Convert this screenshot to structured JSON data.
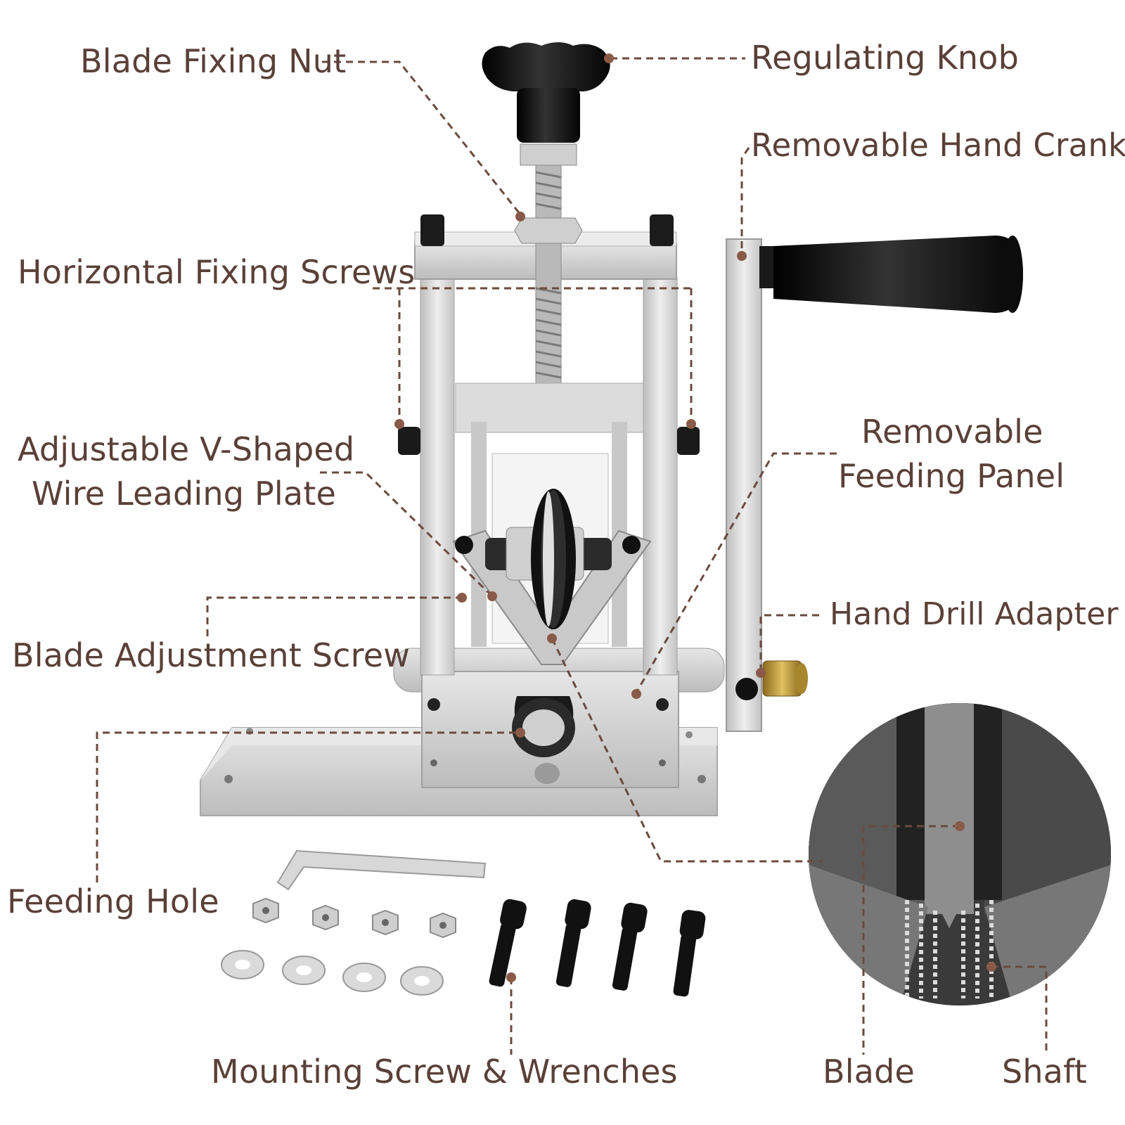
{
  "labels": {
    "blade_fixing_nut": "Blade Fixing Nut",
    "regulating_knob": "Regulating Knob",
    "removable_hand_crank": "Removable Hand Crank",
    "horizontal_fixing_screws": "Horizontal Fixing Screws",
    "adjustable_plate_line1": "Adjustable V-Shaped",
    "adjustable_plate_line2": "Wire Leading Plate",
    "removable_feeding_panel_line1": "Removable",
    "removable_feeding_panel_line2": "Feeding Panel",
    "hand_drill_adapter": "Hand Drill Adapter",
    "blade_adjustment_screw": "Blade Adjustment Screw",
    "feeding_hole": "Feeding Hole",
    "mounting_screw_wrenches": "Mounting Screw & Wrenches",
    "blade": "Blade",
    "shaft": "Shaft"
  },
  "colors": {
    "label_text": "#5a4038",
    "leader_line": "#6b4a3e",
    "dot": "#8a5a48",
    "aluminum": "#d6d6d6",
    "black_part": "#111111"
  }
}
